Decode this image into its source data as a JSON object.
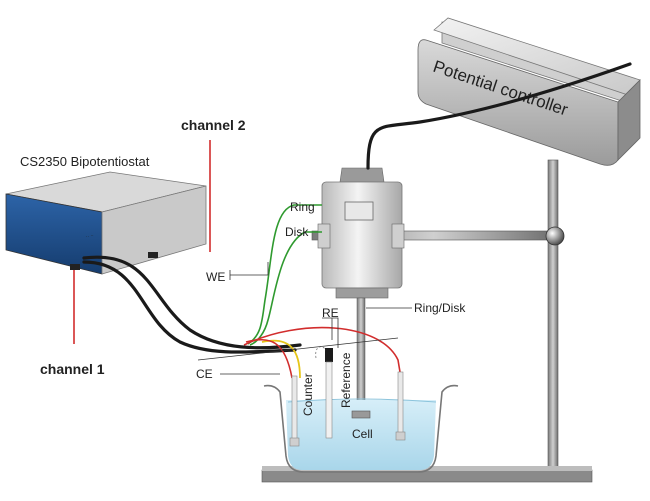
{
  "labels": {
    "bipotentiostat": "CS2350 Bipotentiostat",
    "channel_2": "channel 2",
    "channel_1": "channel 1",
    "potential_controller": "Potential controller",
    "ring": "Ring",
    "disk": "Disk",
    "we": "WE",
    "re": "RE",
    "ce": "CE",
    "ring_disk": "Ring/Disk",
    "counter": "Counter",
    "reference": "Reference",
    "cell": "Cell"
  },
  "colors": {
    "instrument_blue": "#1f4e8c",
    "green_wire": "#2f9a2f",
    "red_wire": "#d22d2d",
    "yellow_wire": "#e6c619",
    "black_wire": "#1a1a1a",
    "electrolyte": "#bfe3f2"
  }
}
